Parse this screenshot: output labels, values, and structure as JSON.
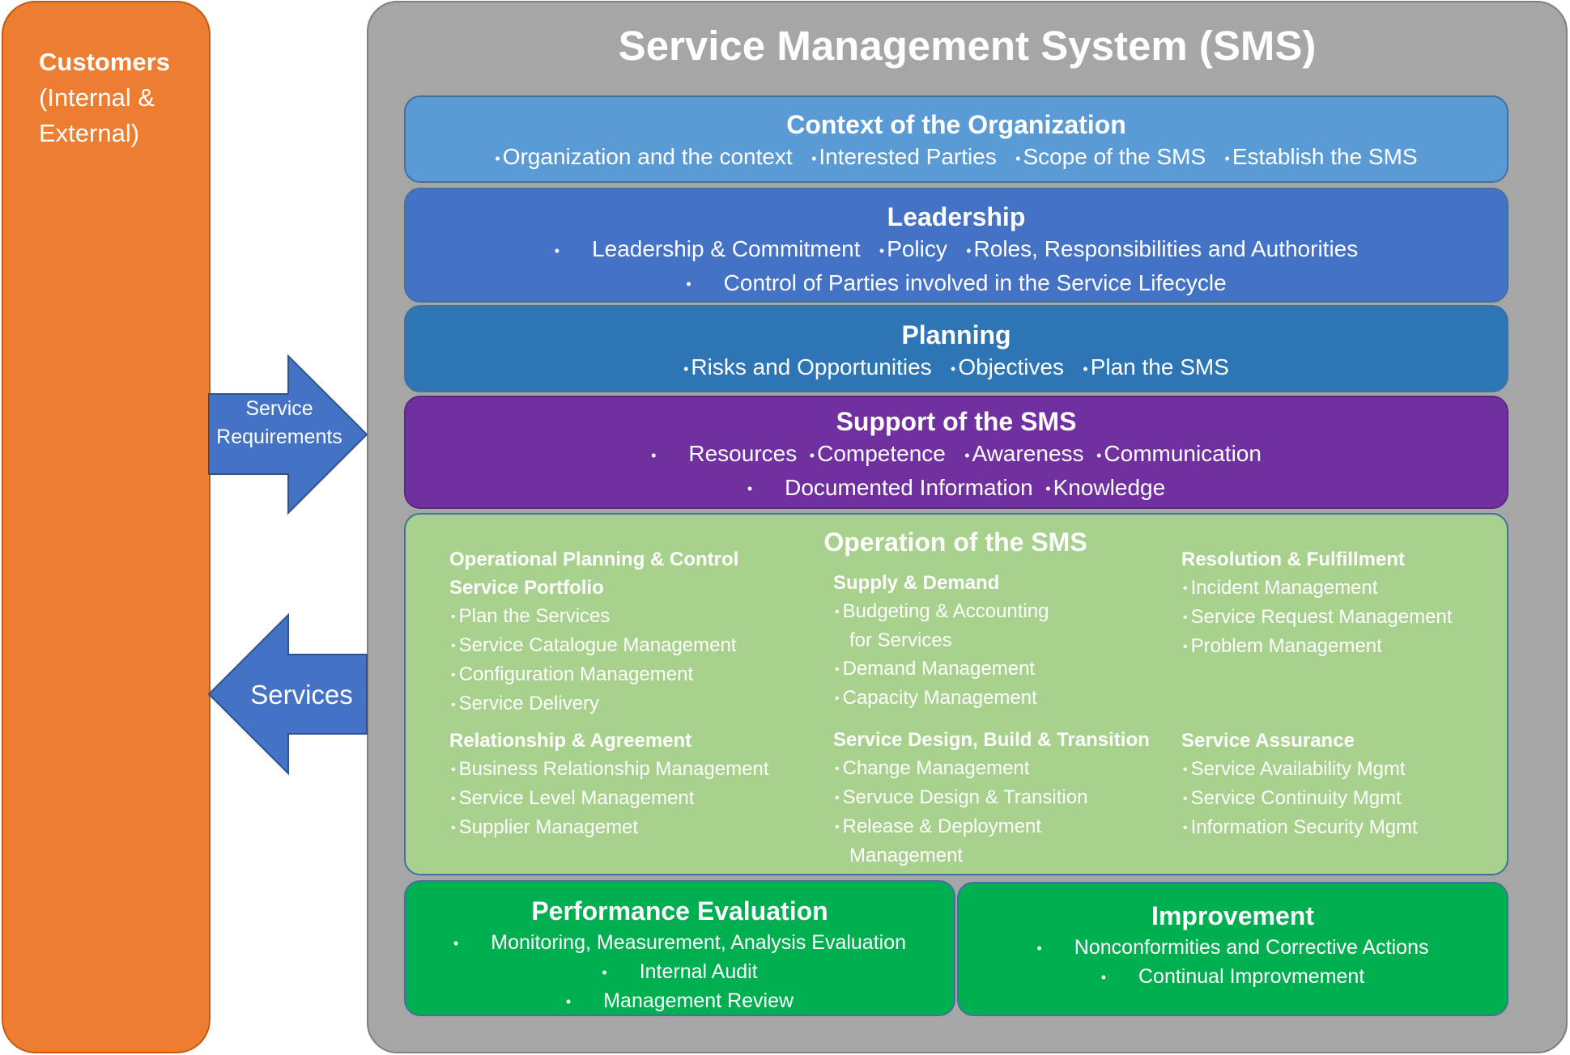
{
  "colors": {
    "customers": "#ed7d31",
    "sms_frame": "#a6a6a6",
    "context": "#5b9bd5",
    "leadership": "#4472c4",
    "planning": "#2e75b6",
    "support": "#7030a0",
    "operation": "#a9d18e",
    "performance": "#00b050",
    "improvement": "#00b050",
    "arrows": "#4472c4"
  },
  "customers": {
    "title": "Customers",
    "subtitle": "(Internal & External)"
  },
  "arrows": {
    "requirements": "Service Requirements",
    "services": "Services"
  },
  "sms": {
    "title": "Service Management System (SMS)",
    "context": {
      "title": "Context of the Organization",
      "items": [
        "Organization and the context",
        "Interested Parties",
        "Scope of the SMS",
        "Establish the SMS"
      ]
    },
    "leadership": {
      "title": "Leadership",
      "line1": [
        "Leadership & Commitment",
        "Policy",
        "Roles, Responsibilities and Authorities"
      ],
      "line2": "Control of Parties involved in the  Service Lifecycle"
    },
    "planning": {
      "title": "Planning",
      "items": [
        "Risks and Opportunities",
        "Objectives",
        "Plan the SMS"
      ]
    },
    "support": {
      "title": "Support of the SMS",
      "line1": [
        "Resources",
        "Competence",
        "Awareness",
        "Communication"
      ],
      "line2": [
        "Documented Information",
        "Knowledge"
      ]
    },
    "operation": {
      "title": "Operation of the SMS",
      "col1a": {
        "heading1": "Operational Planning & Control",
        "heading2": "Service Portfolio",
        "items": [
          "Plan the  Services",
          "Service Catalogue Management",
          "Configuration Management",
          "Service Delivery"
        ]
      },
      "col1b": {
        "heading": "Relationship & Agreement",
        "items": [
          "Business Relationship Management",
          "Service Level Management",
          "Supplier Managemet"
        ]
      },
      "col2a": {
        "heading": "Supply & Demand",
        "item1": "Budgeting & Accounting",
        "item1_cont": "for Services",
        "items": [
          "Demand Management",
          "Capacity Management"
        ]
      },
      "col2b": {
        "heading": "Service Design, Build & Transition",
        "items": [
          "Change Management",
          "Servuce Design & Transition",
          "Release & Deployment"
        ],
        "item3_cont": "Management"
      },
      "col3a": {
        "heading": "Resolution & Fulfillment",
        "items": [
          "Incident Management",
          "Service Request Management",
          "Problem Management"
        ]
      },
      "col3b": {
        "heading": "Service Assurance",
        "items": [
          "Service Availability Mgmt",
          "Service Continuity Mgmt",
          "Information Security Mgmt"
        ]
      }
    },
    "performance": {
      "title": "Performance Evaluation",
      "items": [
        "Monitoring, Measurement, Analysis Evaluation",
        "Internal Audit",
        "Management Review"
      ]
    },
    "improvement": {
      "title": "Improvement",
      "items": [
        "Nonconformities and Corrective Actions",
        "Continual Improvmement"
      ]
    }
  }
}
